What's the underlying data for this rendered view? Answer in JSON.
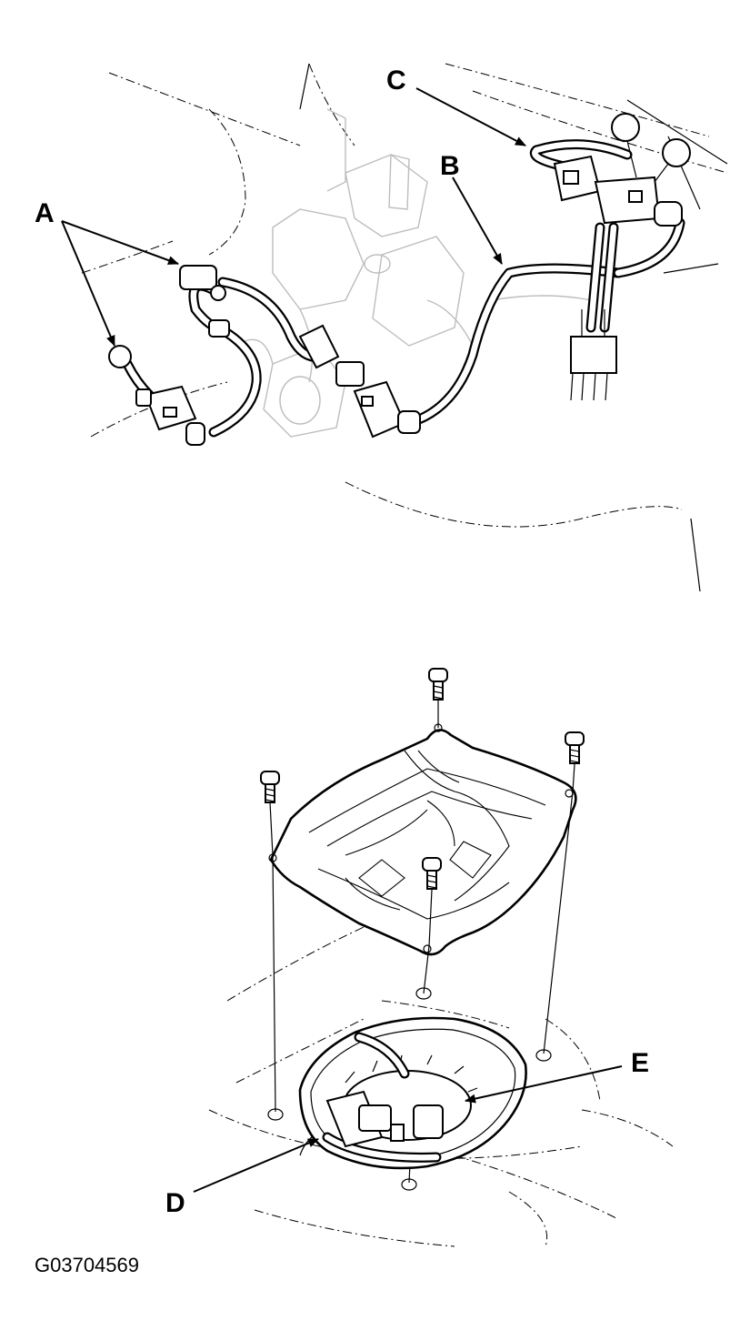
{
  "callouts": {
    "a": "A",
    "b": "B",
    "c": "C",
    "d": "D",
    "e": "E"
  },
  "figure_id": "G03704569"
}
